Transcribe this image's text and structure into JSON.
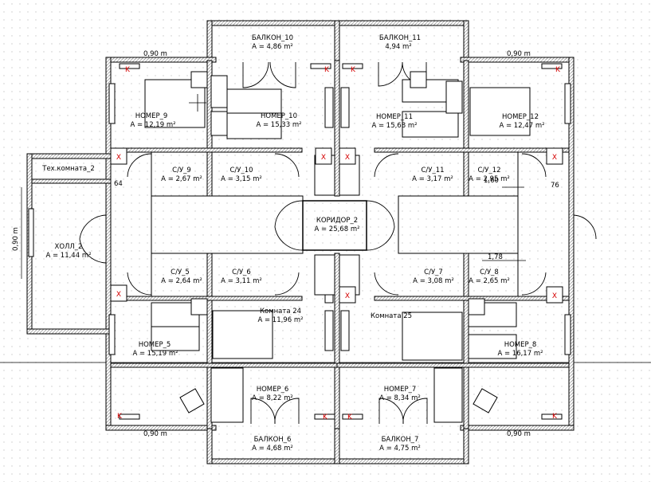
{
  "rooms": {
    "balcony_10": {
      "name": "БАЛКОН_10",
      "area": "A = 4,86 m²"
    },
    "balcony_11": {
      "name": "БАЛКОН_11",
      "area": "4,94 m²"
    },
    "nomer_9": {
      "name": "НОМЕР_9",
      "area": "A = 12,19 m²"
    },
    "nomer_10": {
      "name": "НОМЕР_10",
      "area": "A = 15,33 m²"
    },
    "nomer_11": {
      "name": "НОМЕР_11",
      "area": "A = 15,68 m²"
    },
    "nomer_12": {
      "name": "НОМЕР_12",
      "area": "A = 12,47 m²"
    },
    "tech_room_2": {
      "name": "Тех.комната_2"
    },
    "su_9": {
      "name": "С/У_9",
      "area": "A = 2,67 m²"
    },
    "su_10": {
      "name": "С/У_10",
      "area": "A = 3,15 m²"
    },
    "su_11": {
      "name": "С/У_11",
      "area": "A = 3,17 m²"
    },
    "su_12": {
      "name": "С/У_12",
      "area": "A = 2,95 m²"
    },
    "corridor_2": {
      "name": "КОРИДОР_2",
      "area": "A = 25,68 m²"
    },
    "hall_2": {
      "name": "ХОЛЛ_2",
      "area": "A = 11,44 m²"
    },
    "su_5": {
      "name": "С/У_5",
      "area": "A = 2,64 m²"
    },
    "su_6": {
      "name": "С/У_6",
      "area": "A = 3,11 m²"
    },
    "su_7": {
      "name": "С/У_7",
      "area": "A = 3,08 m²"
    },
    "su_8": {
      "name": "С/У_8",
      "area": "A = 2,65 m²"
    },
    "komnata_24": {
      "name": "Комната 24",
      "area": "A = 11,96 m²"
    },
    "komnata_25": {
      "name": "Комната 25"
    },
    "nomer_5": {
      "name": "НОМЕР_5",
      "area": "A = 15,19 m²"
    },
    "nomer_8": {
      "name": "НОМЕР_8",
      "area": "A = 16,17 m²"
    },
    "nomer_6": {
      "name": "НОМЕР_6",
      "area": "A = 8,22 m²"
    },
    "nomer_7": {
      "name": "НОМЕР_7",
      "area": "A = 8,34 m²"
    },
    "balcony_6": {
      "name": "БАЛКОН_6",
      "area": "A = 4,68 m²"
    },
    "balcony_7": {
      "name": "БАЛКОН_7",
      "area": "A = 4,75 m²"
    }
  },
  "dimensions": {
    "top_left": "0,90 m",
    "top_right": "0,90 m",
    "bottom_left": "0,90 m",
    "bottom_right": "0,90 m",
    "hall_side": "0,90 m",
    "d64": "64",
    "d76": "76",
    "d160": "1,60",
    "d178": "1,78"
  },
  "markers": {
    "kitchen_letter": "K",
    "cross_letter": "X"
  },
  "colors": {
    "wall": "#000000",
    "wall_hatch": "#9a9a9a",
    "grid_dot": "#c8c8c8",
    "marker": "#d40000",
    "furniture": "#000000"
  }
}
